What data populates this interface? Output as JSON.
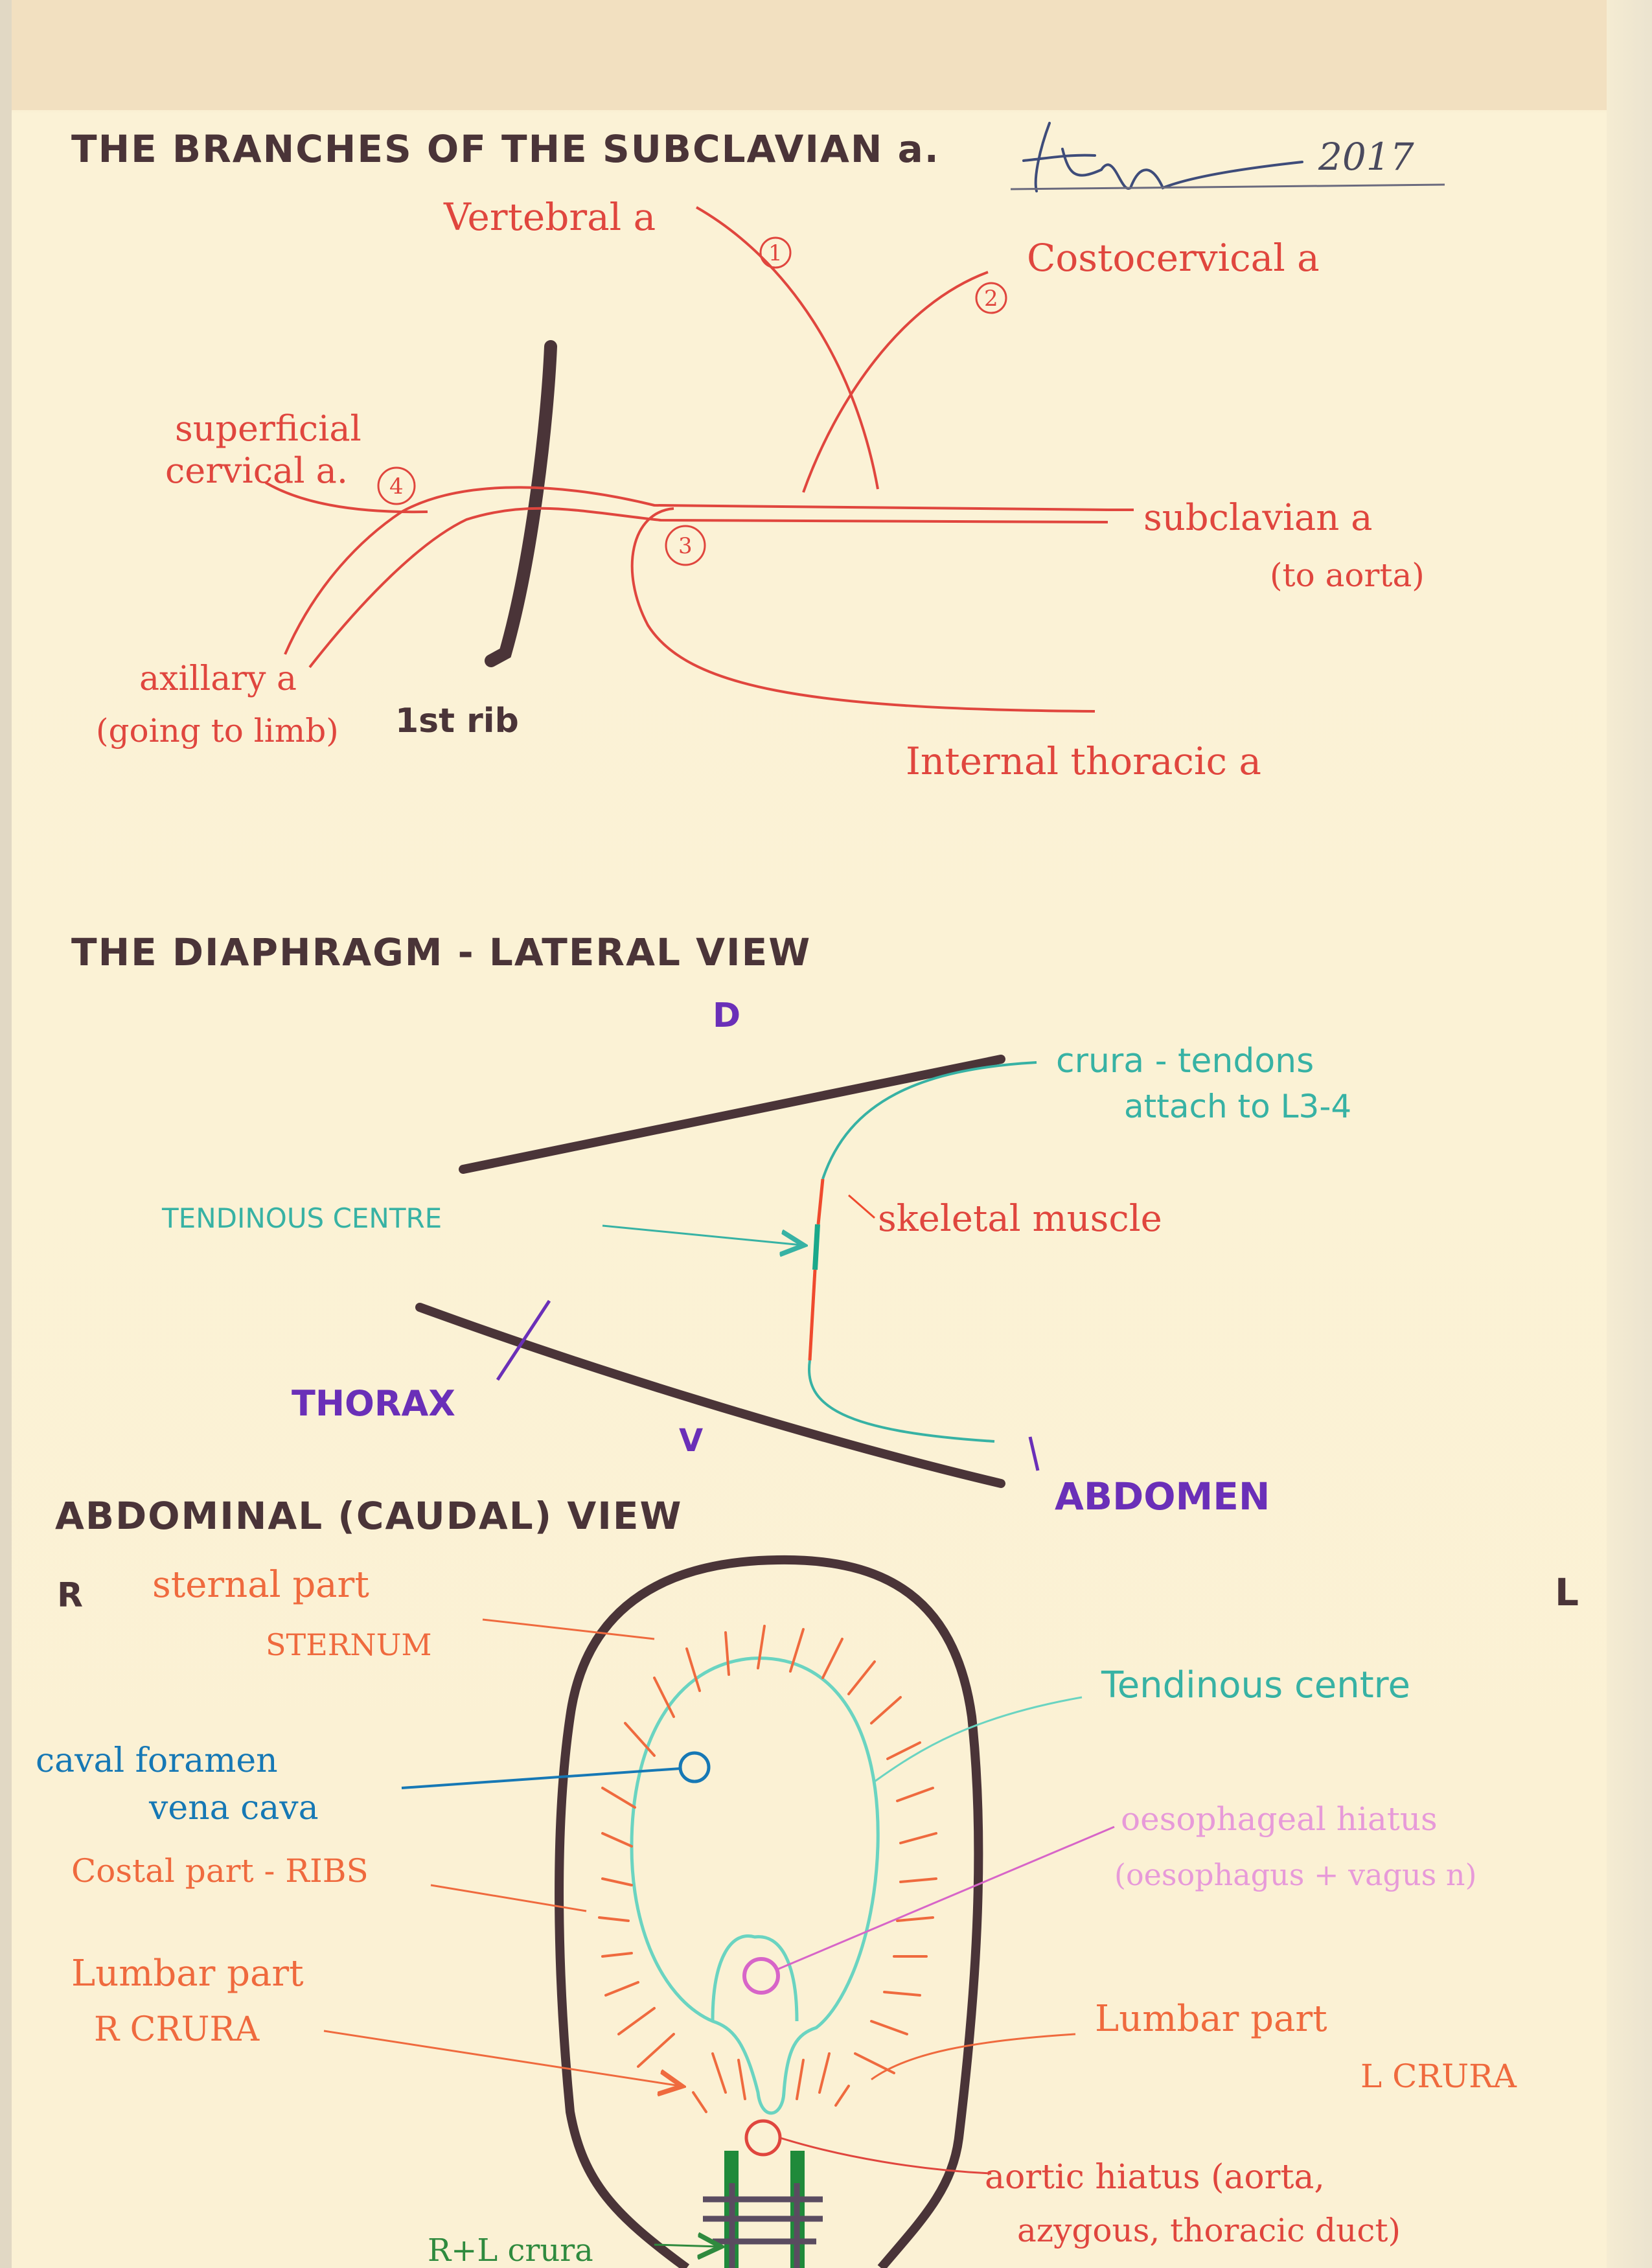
{
  "colors": {
    "paper": "#fbf1d4",
    "title_ink": "#4a3438",
    "red_ink": "#e0463e",
    "teal_ink": "#37b2a4",
    "orange_ink": "#ef6a3e",
    "purple_ink": "#6a2fb8",
    "blue_ink": "#1678b5",
    "pink_ink": "#e79ad9",
    "green_ink": "#2f8a3e",
    "bone_ink": "#4a3438"
  },
  "signature": {
    "scribble": "Hyh",
    "year": "2017"
  },
  "subclavian": {
    "title": "THE BRANCHES OF THE SUBCLAVIAN a.",
    "vertebral": "Vertebral a",
    "costocervical": "Costocervical a",
    "superficial_1": "superficial",
    "superficial_2": "cervical a.",
    "subclavian_1": "subclavian a",
    "subclavian_2": "(to aorta)",
    "axillary_1": "axillary a",
    "axillary_2": "(going to limb)",
    "rib": "1st rib",
    "internal_thoracic": "Internal thoracic a",
    "n1": "1",
    "n2": "2",
    "n3": "3",
    "n4": "4"
  },
  "lateral": {
    "title": "THE DIAPHRAGM - LATERAL VIEW",
    "dorsal": "D",
    "ventral": "V",
    "crura_1": "crura - tendons",
    "crura_2": "attach to L3-4",
    "tendinous": "TENDINOUS CENTRE",
    "skeletal": "skeletal muscle",
    "thorax": "THORAX",
    "abdomen": "ABDOMEN"
  },
  "abdominal": {
    "title": "ABDOMINAL (CAUDAL) VIEW",
    "right": "R",
    "left": "L",
    "sternal_1": "sternal part",
    "sternal_2": "STERNUM",
    "tendinous": "Tendinous centre",
    "caval_1": "caval foramen",
    "caval_2": "vena cava",
    "oesoph_1": "oesophageal hiatus",
    "oesoph_2": "(oesophagus + vagus n)",
    "costal": "Costal part - RIBS",
    "lumbar_r1": "Lumbar part",
    "lumbar_r2": "R CRURA",
    "lumbar_l1": "Lumbar part",
    "lumbar_l2": "L CRURA",
    "aortic_1": "aortic hiatus (aorta,",
    "aortic_2": "azygous, thoracic duct)",
    "rl_crura": "R+L crura"
  }
}
